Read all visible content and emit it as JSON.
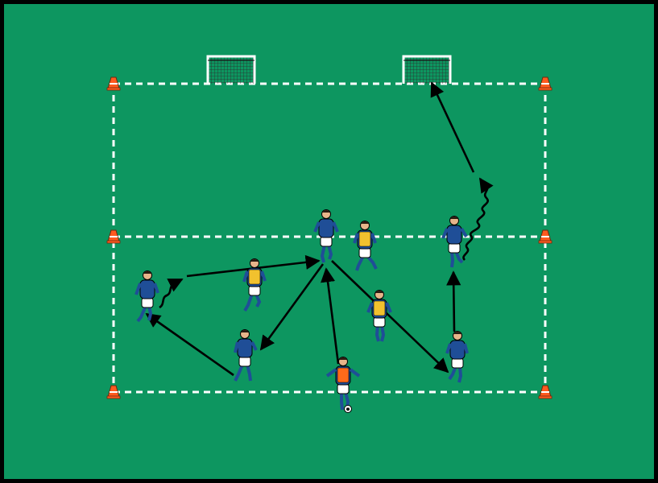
{
  "diagram": {
    "colors": {
      "border": "#000000",
      "pitch": "#0d9660",
      "line": "#ffffff",
      "arrow": "#000000",
      "team_shirt": "#1f4e97",
      "team_shorts": "#ffffff",
      "bib_yellow": "#f2c12e",
      "bib_orange": "#ff6a1a",
      "skin": "#e7b58a",
      "hair": "#2a1a10",
      "cone": "#ff5a1f"
    },
    "cones": [
      {
        "id": "top-left",
        "label": ""
      },
      {
        "id": "top-right",
        "label": ""
      },
      {
        "id": "mid-left",
        "label": ""
      },
      {
        "id": "mid-right",
        "label": ""
      },
      {
        "id": "bottom-left",
        "label": ""
      },
      {
        "id": "bottom-right",
        "label": ""
      }
    ],
    "goals": [
      {
        "id": "left-goal"
      },
      {
        "id": "right-goal"
      }
    ],
    "players": [
      {
        "id": "blue-left",
        "team": "blue"
      },
      {
        "id": "yellow-left",
        "team": "yellow"
      },
      {
        "id": "blue-center",
        "team": "blue"
      },
      {
        "id": "yellow-center",
        "team": "yellow"
      },
      {
        "id": "blue-right-mid",
        "team": "blue"
      },
      {
        "id": "blue-low-left",
        "team": "blue"
      },
      {
        "id": "yellow-low-right",
        "team": "yellow"
      },
      {
        "id": "blue-low-right",
        "team": "blue"
      },
      {
        "id": "orange-server",
        "team": "orange"
      }
    ],
    "movements": [
      {
        "id": "pass-server-to-center",
        "kind": "pass"
      },
      {
        "id": "pass-center-to-low-left",
        "kind": "pass"
      },
      {
        "id": "pass-low-left-to-left",
        "kind": "pass"
      },
      {
        "id": "pass-left-to-center",
        "kind": "pass"
      },
      {
        "id": "pass-center-to-low-right",
        "kind": "pass"
      },
      {
        "id": "pass-low-right-to-right-mid",
        "kind": "pass"
      },
      {
        "id": "shot-to-right-goal",
        "kind": "shot"
      },
      {
        "id": "dribble-left",
        "kind": "dribble"
      },
      {
        "id": "dribble-right",
        "kind": "dribble"
      }
    ]
  }
}
